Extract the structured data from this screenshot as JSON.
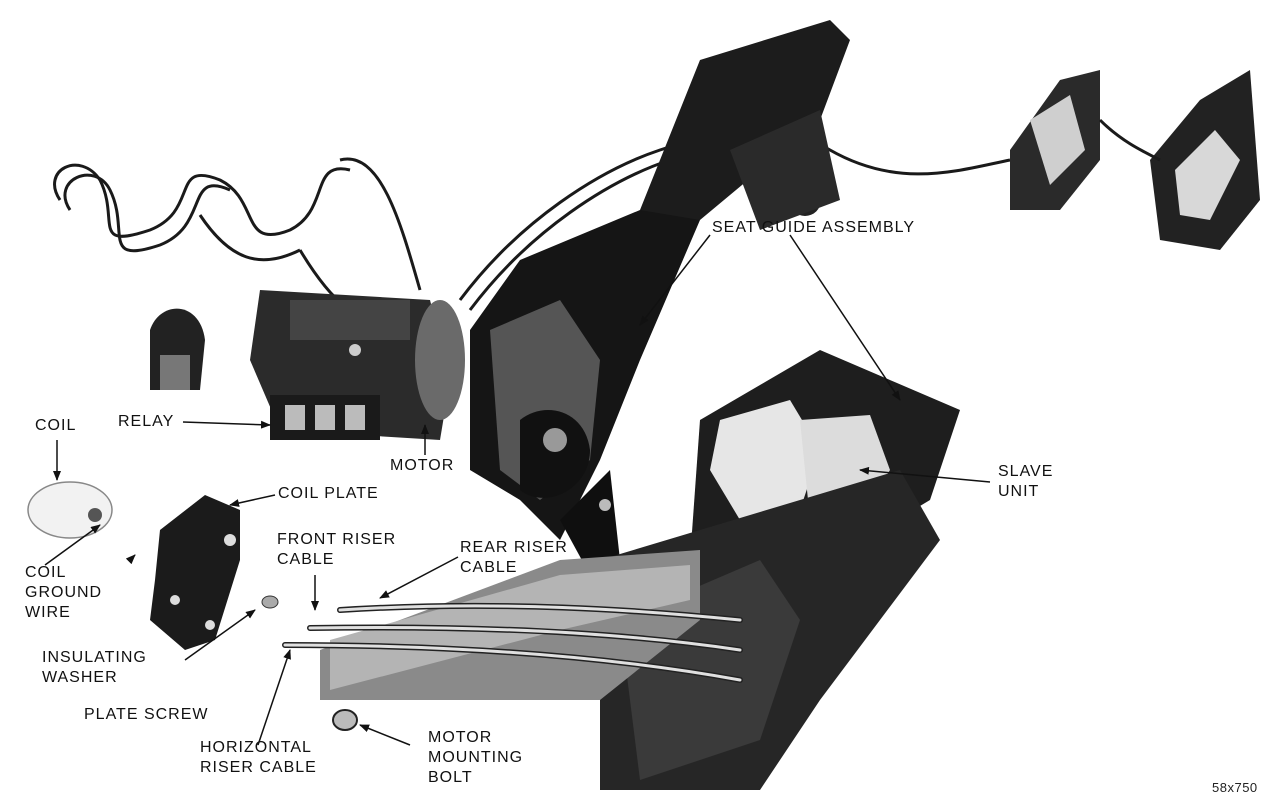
{
  "figure": {
    "figure_id": "58x750",
    "labels": {
      "seat_guide_assembly": "SEAT GUIDE ASSEMBLY",
      "relay": "RELAY",
      "coil": "COIL",
      "motor": "MOTOR",
      "coil_plate": "COIL PLATE",
      "slave_unit": [
        "SLAVE",
        "UNIT"
      ],
      "front_riser_cable": [
        "FRONT RISER",
        "CABLE"
      ],
      "rear_riser_cable": [
        "REAR RISER",
        "CABLE"
      ],
      "coil_ground_wire": [
        "COIL",
        "GROUND",
        "WIRE"
      ],
      "insulating_washer": [
        "INSULATING",
        "WASHER"
      ],
      "plate_screw": "PLATE SCREW",
      "horizontal_riser_cable": [
        "HORIZONTAL",
        "RISER CABLE"
      ],
      "motor_mounting_bolt": [
        "MOTOR",
        "MOUNTING",
        "BOLT"
      ]
    }
  }
}
